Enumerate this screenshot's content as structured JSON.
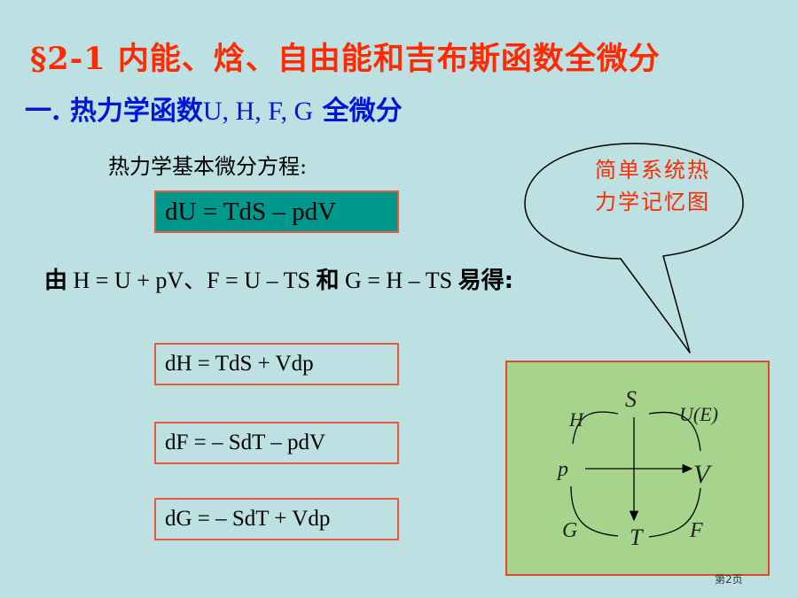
{
  "slide": {
    "title": "§2-1  内能、焓、自由能和吉布斯函数全微分",
    "subtitle_cjk_prefix": "一.    热力学函数",
    "subtitle_latin": "U, H, F, G",
    "subtitle_cjk_suffix": " 全微分",
    "intro": "热力学基本微分方程:",
    "main_equation": "dU = TdS – pdV",
    "derive_prefix": "由",
    "derive_relations": " H = U + pV、F = U – TS ",
    "derive_and": "和",
    "derive_relation2": "  G = H – TS ",
    "derive_suffix": "易得:",
    "equations": [
      "dH = TdS + Vdp",
      "dF = – SdT – pdV",
      "dG = – SdT + Vdp"
    ],
    "bubble_line1": "简单系统热",
    "bubble_line2": "力学记忆图",
    "page_number": "第2页"
  },
  "diagram": {
    "top": "S",
    "right": "V",
    "bottom": "T",
    "left": "p",
    "top_left": "H",
    "top_right": "U(E)",
    "bottom_left": "G",
    "bottom_right": "F"
  },
  "colors": {
    "background": "#bde0e3",
    "title": "#ff2a00",
    "subtitle": "#0015d8",
    "main_box_fill": "#00988d",
    "box_border": "#e85a3c",
    "diagram_fill": "#a6d48c"
  }
}
